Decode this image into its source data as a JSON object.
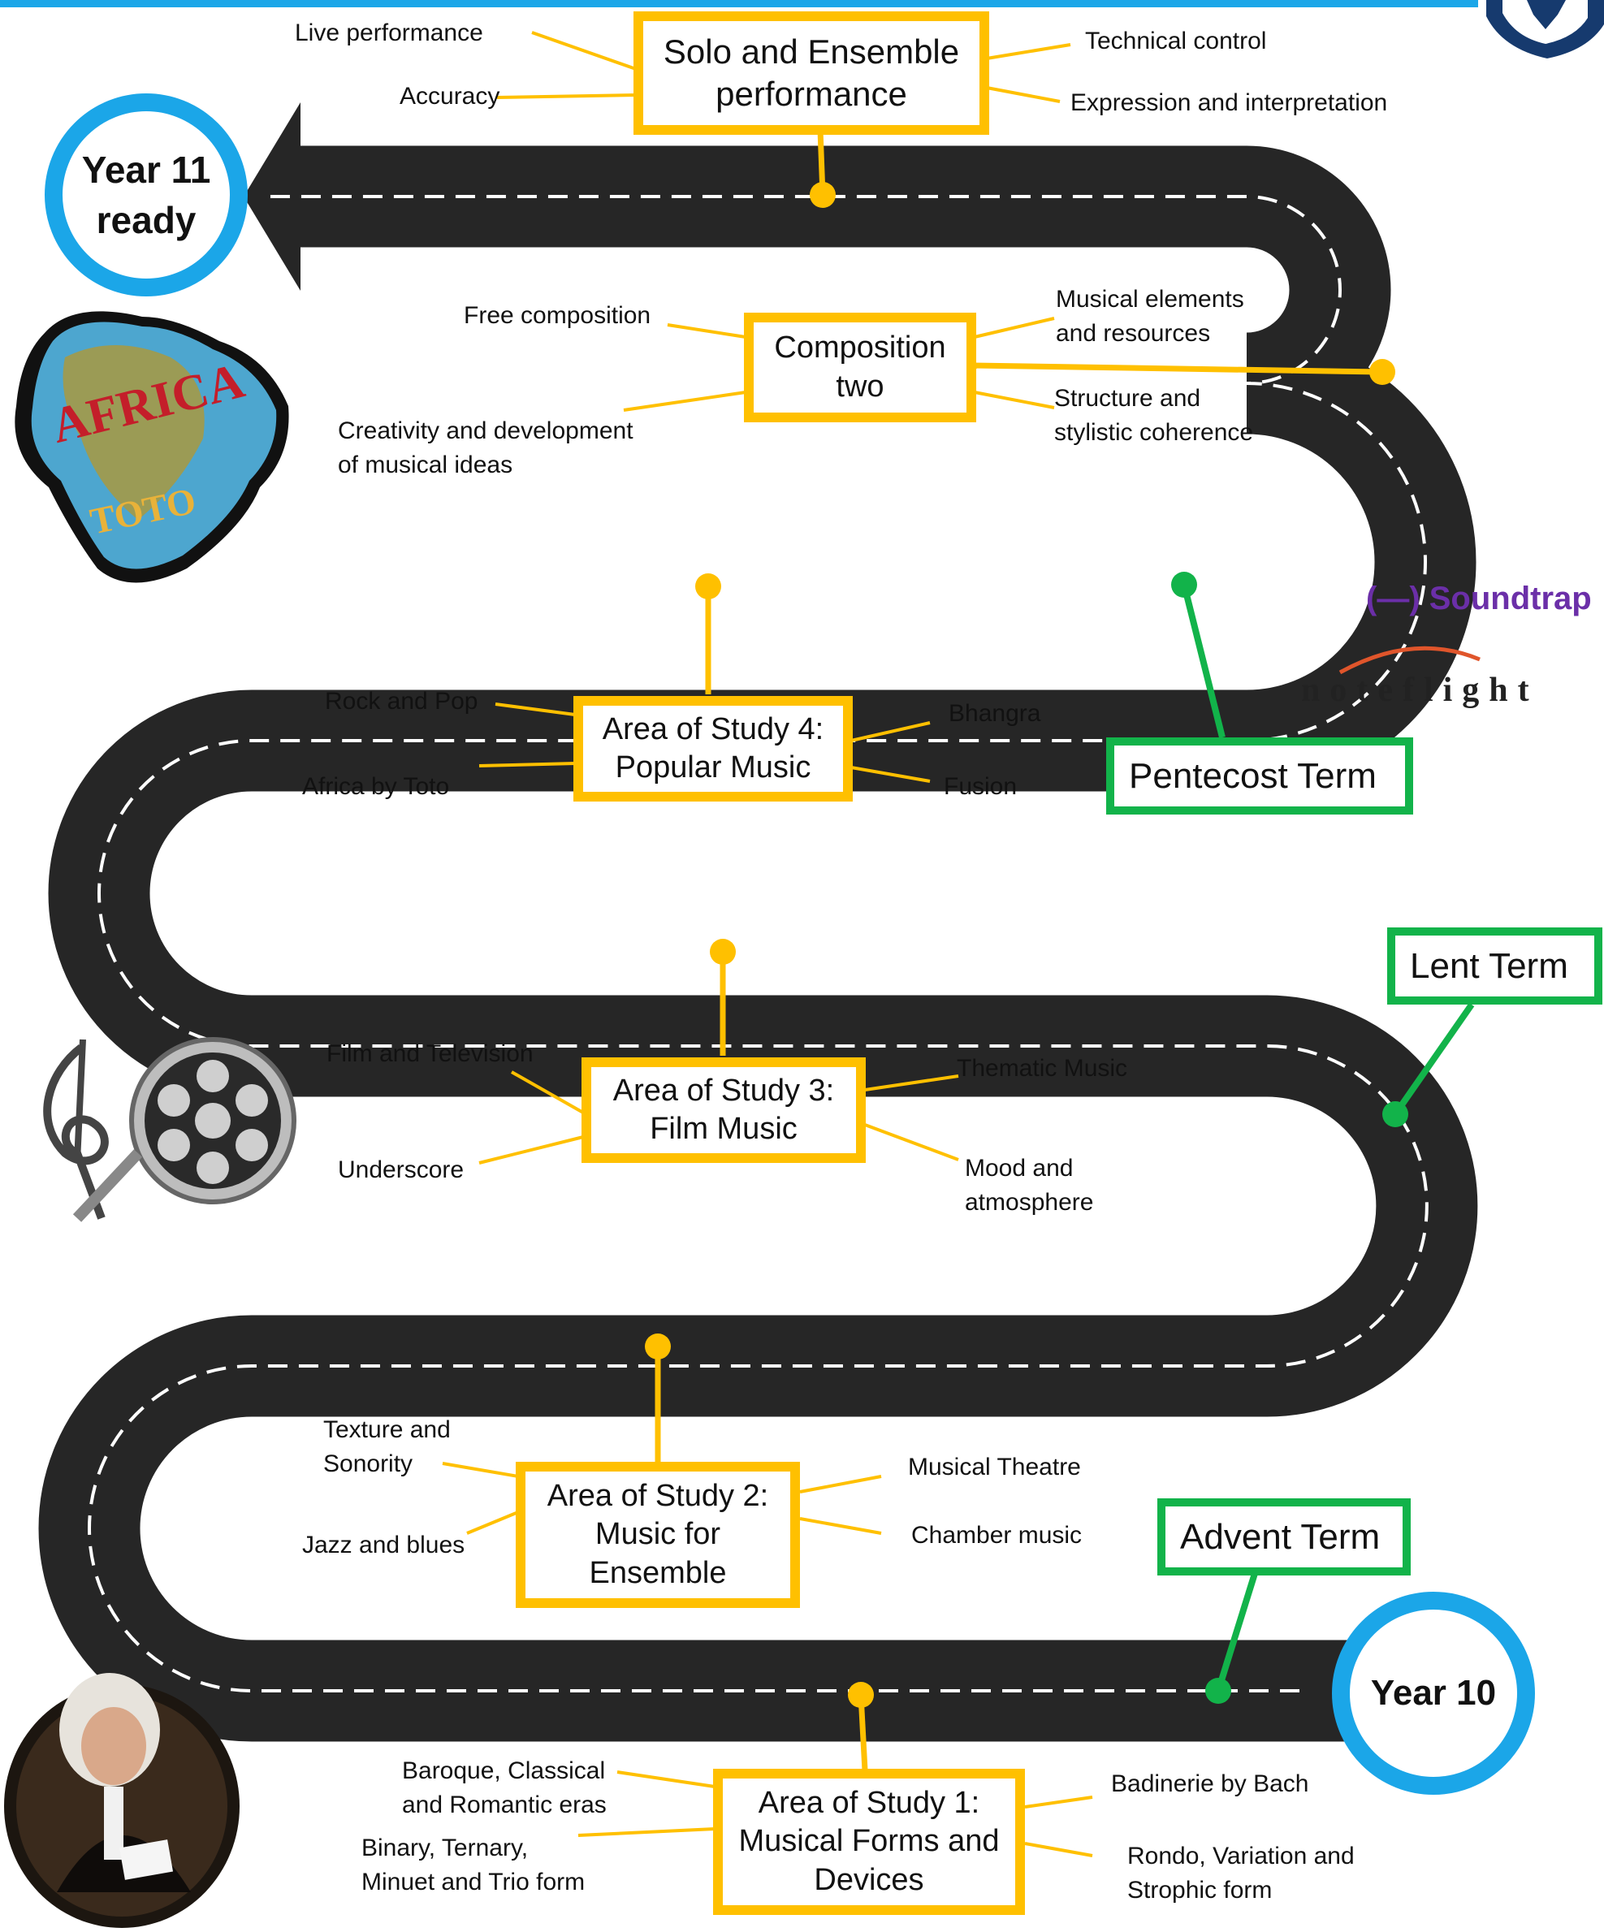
{
  "start_label": "Year 10",
  "end_label": "Year 11\nready",
  "terms": {
    "advent": "Advent Term",
    "lent": "Lent Term",
    "pentecost": "Pentecost Term"
  },
  "stages": {
    "aos1": {
      "title": "Area of Study 1:\nMusical Forms and\nDevices",
      "topics": [
        "Baroque, Classical\nand Romantic eras",
        "Binary, Ternary,\nMinuet and Trio form",
        "Badinerie by Bach",
        "Rondo, Variation and\nStrophic form"
      ]
    },
    "aos2": {
      "title": "Area of Study 2:\nMusic for\nEnsemble",
      "topics": [
        "Texture and\nSonority",
        "Jazz and blues",
        "Musical Theatre",
        "Chamber music"
      ]
    },
    "aos3": {
      "title": "Area of Study 3:\nFilm Music",
      "topics": [
        "Film and Television",
        "Underscore",
        "Thematic Music",
        "Mood and\natmosphere"
      ]
    },
    "aos4": {
      "title": "Area of Study 4:\nPopular Music",
      "topics": [
        "Rock and Pop",
        "Africa by Toto",
        "Bhangra",
        "Fusion"
      ]
    },
    "composition": {
      "title": "Composition\ntwo",
      "topics": [
        "Free composition",
        "Creativity and development\nof musical ideas",
        "Musical elements\nand resources",
        "Structure and\nstylistic coherence"
      ]
    },
    "performance": {
      "title": "Solo and Ensemble\nperformance",
      "topics": [
        "Live performance",
        "Accuracy",
        "Technical control",
        "Expression and interpretation"
      ]
    }
  },
  "brands": {
    "soundtrap": "(—) Soundtrap",
    "noteflight": "noteflight"
  },
  "album": {
    "title": "AFRICA",
    "artist": "TOTO"
  },
  "colors": {
    "road": "#262626",
    "stage_border": "#ffc000",
    "term_border": "#12b34a",
    "circle_border": "#1ba6e8",
    "soundtrap": "#6b2fa8"
  },
  "icons": [
    "shield-icon",
    "bach-portrait-icon",
    "film-reel-icon",
    "treble-clef-icon",
    "africa-album-icon"
  ]
}
